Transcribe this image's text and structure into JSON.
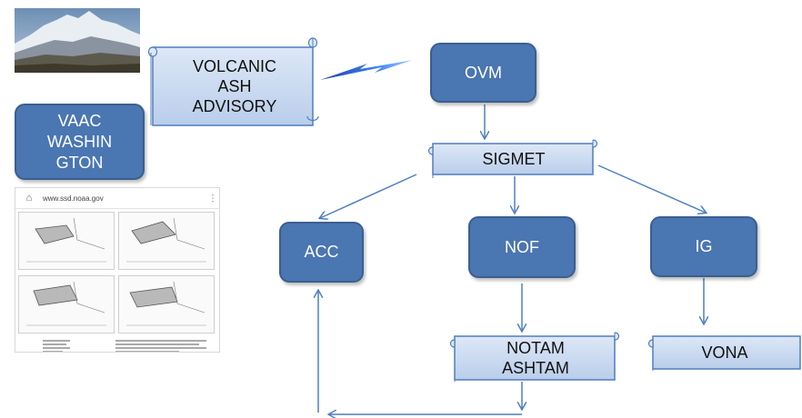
{
  "nodes": {
    "volcanic_ash_advisory": "VOLCANIC\nASH\nADVISORY",
    "vaac_washington": "VAAC\nWASHIN\nGTON",
    "ovm": "OVM",
    "sigmet": "SIGMET",
    "acc": "ACC",
    "nof": "NOF",
    "ig": "IG",
    "notam_ashtam": "NOTAM\nASHTAM",
    "vona": "VONA"
  },
  "browser": {
    "url": "www.ssd.noaa.gov",
    "home_icon": "home-icon",
    "menu_icon": "kebab-menu-icon"
  },
  "colors": {
    "box_fill": "#4a76b2",
    "box_border": "#3b5f90",
    "scroll_fill": "#c7d8f0",
    "scroll_border": "#4f7dbd",
    "arrow": "#4f7fc1"
  }
}
